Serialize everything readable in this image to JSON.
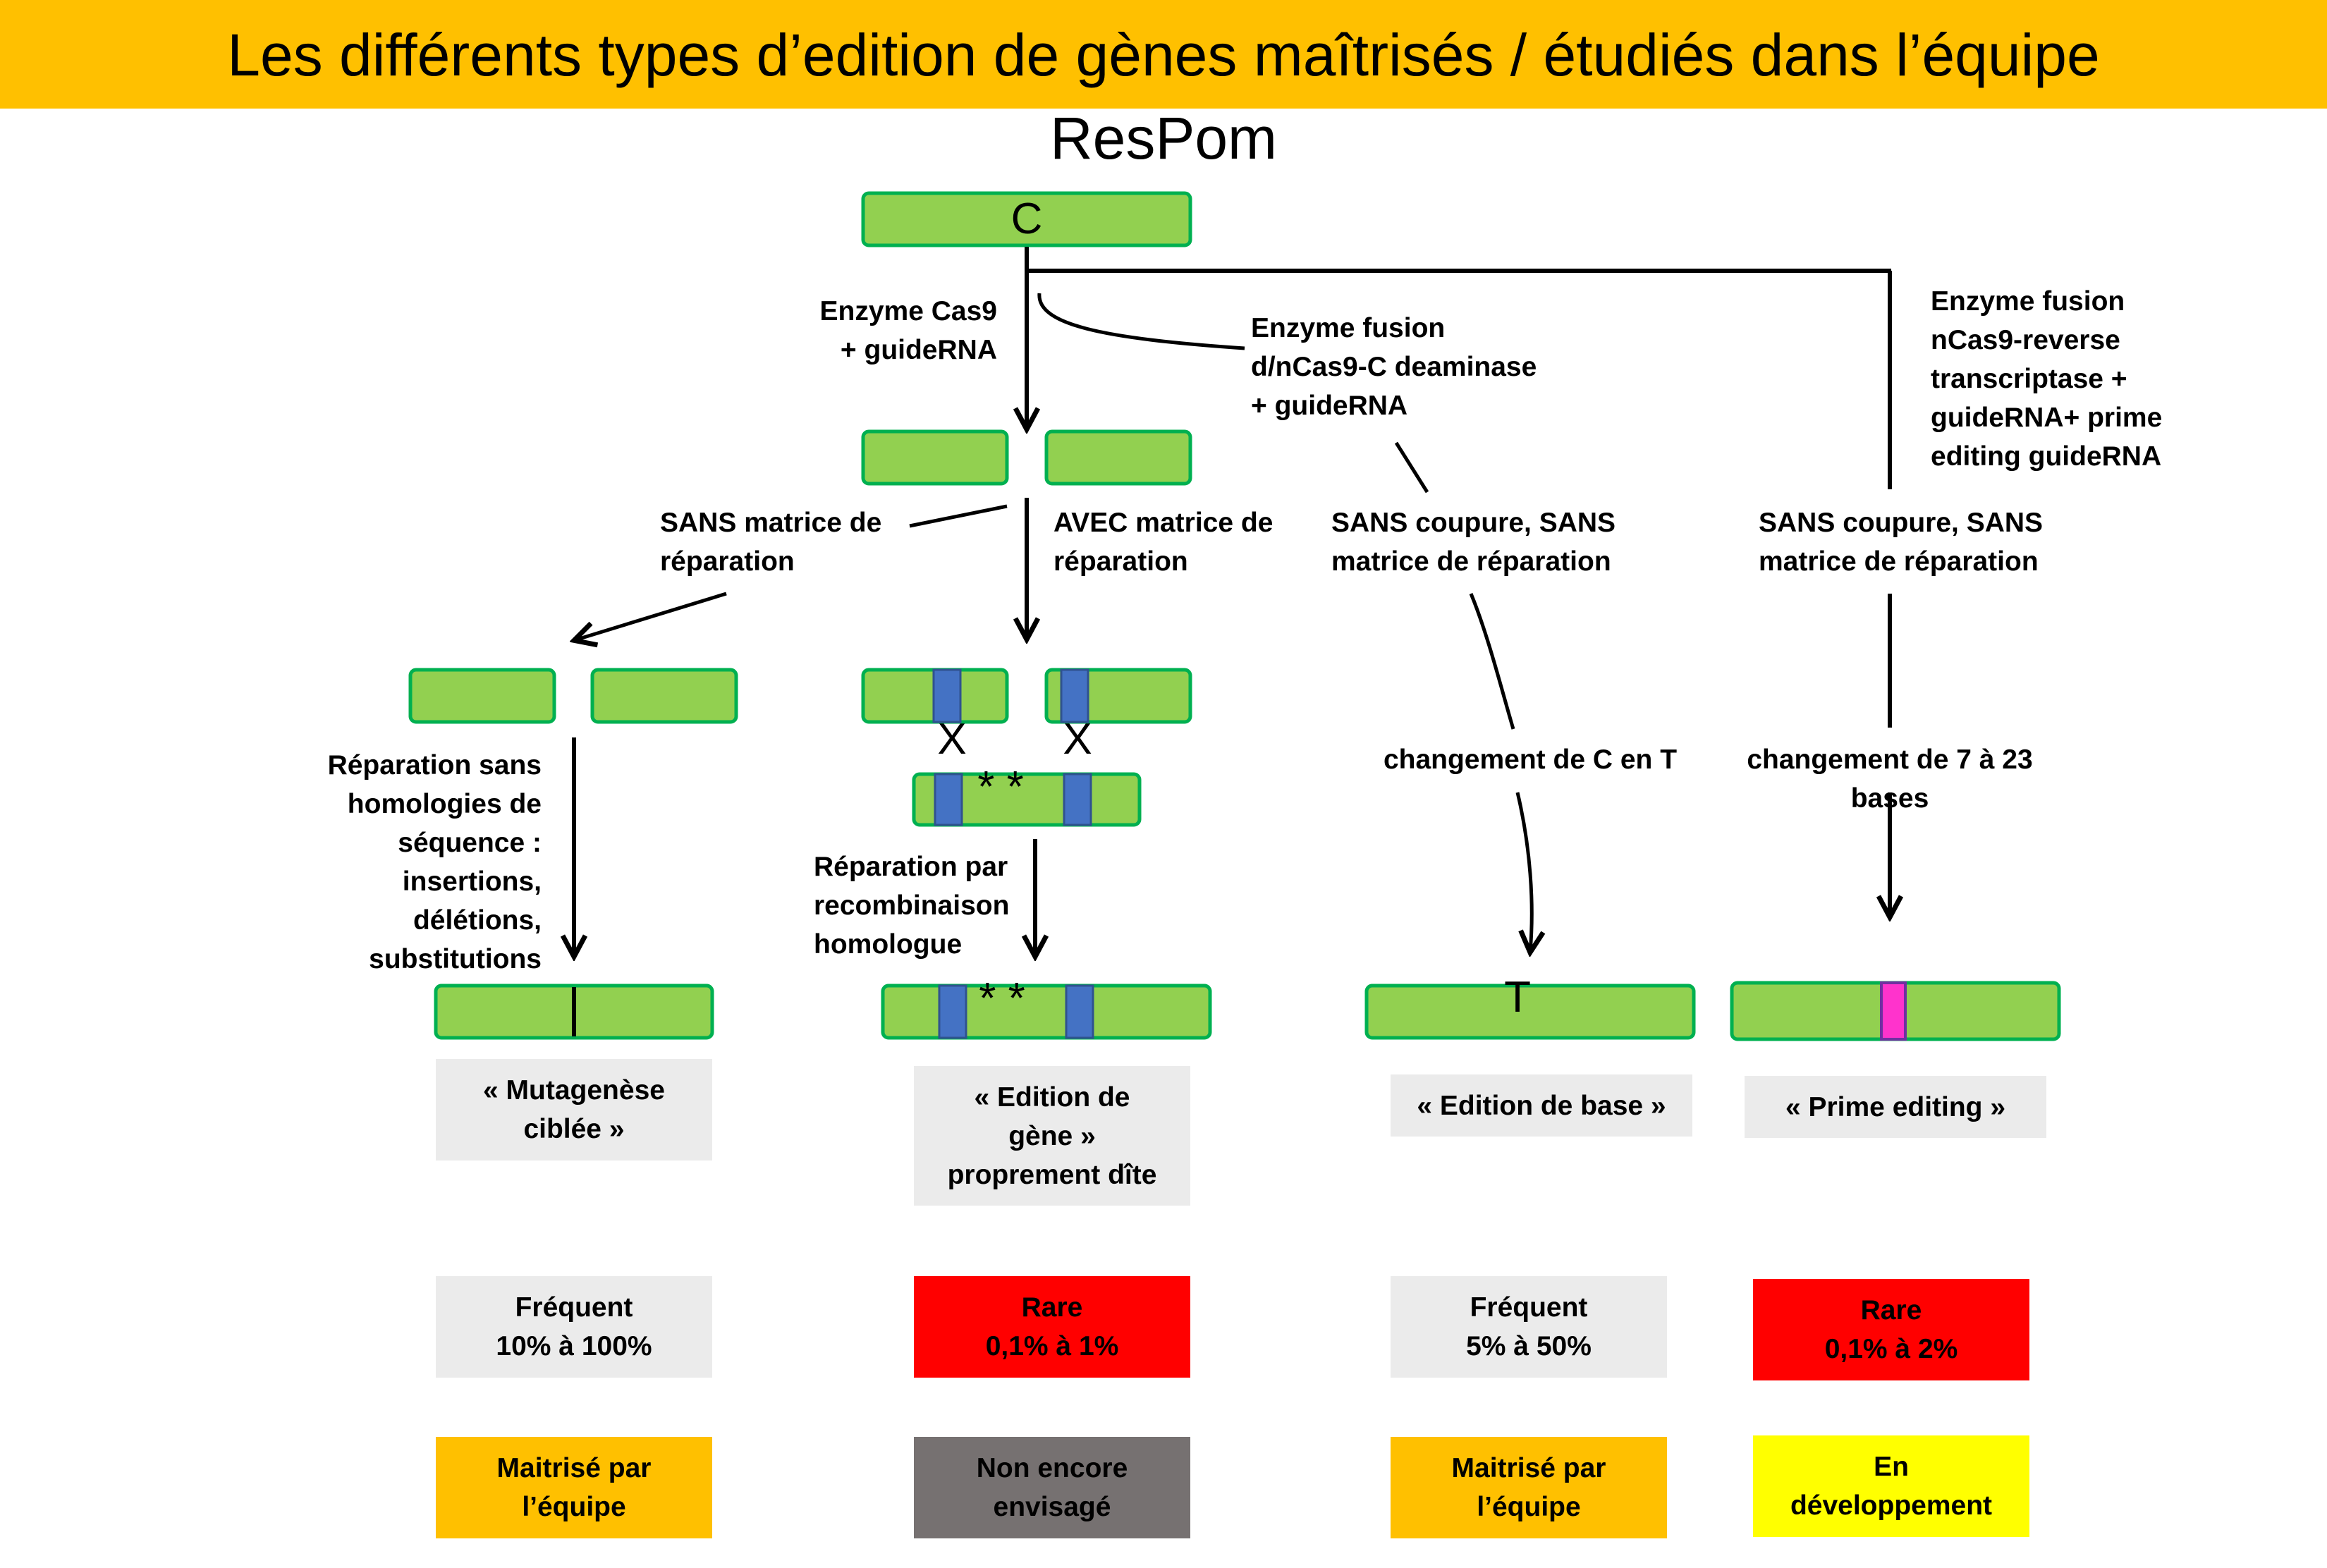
{
  "title": {
    "line1": "Les différents types d’edition de gènes maîtrisés / étudiés dans l’équipe",
    "line2": "ResPom"
  },
  "colors": {
    "title_bar": "#FFC000",
    "dna": "#92D050",
    "dna_border": "#00B050",
    "homology": "#4472C4",
    "insert": "#FF33CC",
    "gray_box": "#EBEBEB",
    "red_box": "#FF0000",
    "orange_box": "#FFC000",
    "dark_box": "#767171",
    "yellow_box": "#FFFF00"
  },
  "start": {
    "letter": "C"
  },
  "branches": {
    "cas9": "Enzyme Cas9\n+ guideRNA",
    "deaminase": "Enzyme fusion\nd/nCas9-C deaminase\n+ guideRNA",
    "prime": "Enzyme fusion\nnCas9-reverse\ntranscriptase +\nguideRNA+ prime\nediting guideRNA"
  },
  "conditions": {
    "sans_matrice": "SANS matrice de\nréparation",
    "avec_matrice": "AVEC matrice de\nréparation",
    "sans_coupure_1": "SANS coupure, SANS\nmatrice de réparation",
    "sans_coupure_2": "SANS coupure, SANS\nmatrice de réparation"
  },
  "repairs": {
    "nhej": "Réparation sans\nhomologies de\nséquence :\ninsertions,\ndélétions,\nsubstitutions",
    "hr": "Réparation par\nrecombinaison\nhomologue",
    "base_change": "changement de C en T",
    "prime_change": "changement de 7 à 23 bases"
  },
  "marks": {
    "cross": "X",
    "stars": "* *",
    "result_letter": "T"
  },
  "methods": [
    {
      "name": "« Mutagenèse\nciblée »",
      "frequency": "Fréquent\n10% à 100%",
      "status": "Maitrisé par\nl’équipe"
    },
    {
      "name": "« Edition de\ngène »\nproprement dîte",
      "frequency": "Rare\n0,1% à 1%",
      "status": "Non encore\nenvisagé"
    },
    {
      "name": "« Edition de base »",
      "frequency": "Fréquent\n5% à 50%",
      "status": "Maitrisé par\nl’équipe"
    },
    {
      "name": "« Prime editing »",
      "frequency": "Rare\n0,1% à 2%",
      "status": "En\ndéveloppement"
    }
  ]
}
